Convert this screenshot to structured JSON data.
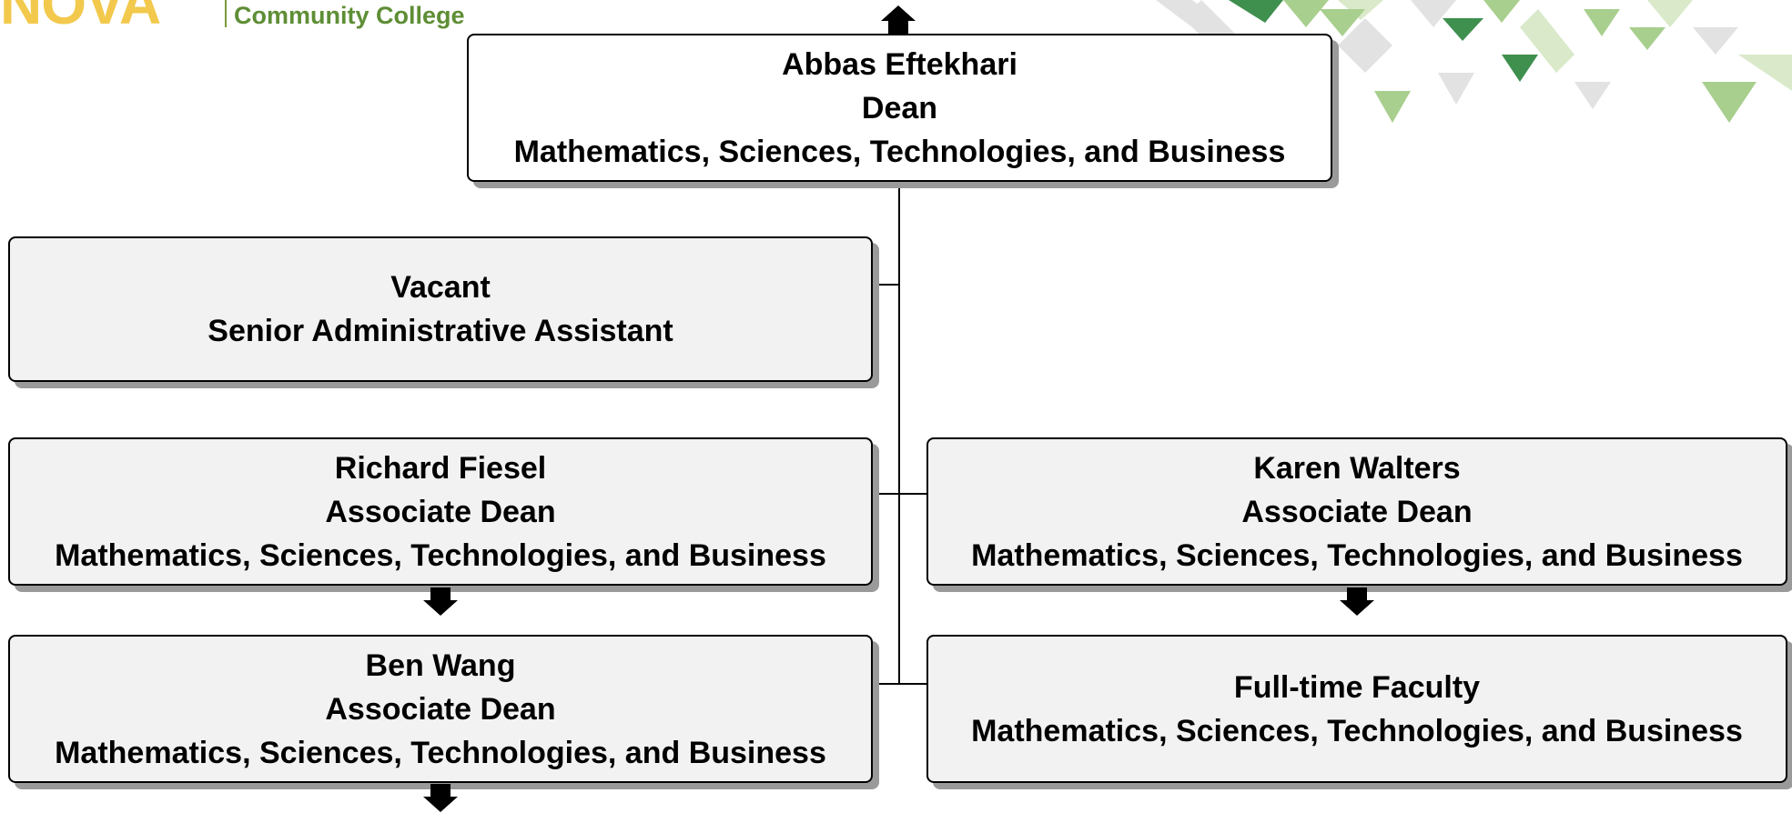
{
  "logo": {
    "wordmark": "NOVA",
    "subtitle": "Community College",
    "brand_color": "#F2C94C",
    "divider_color": "#7A9A3A",
    "subtitle_color": "#5E8E35"
  },
  "pattern": {
    "colors": [
      "#3F8F4E",
      "#A8CF8E",
      "#D9E9C9",
      "#E2E2E2"
    ]
  },
  "chart_data": {
    "type": "org-chart",
    "nodes": [
      {
        "id": "dean",
        "lines": [
          "Abbas Eftekhari",
          "Dean",
          "Mathematics, Sciences, Technologies, and Business"
        ]
      },
      {
        "id": "assistant",
        "lines": [
          "Vacant",
          "Senior Administrative Assistant"
        ]
      },
      {
        "id": "assoc-fiesel",
        "lines": [
          "Richard Fiesel",
          "Associate Dean",
          "Mathematics, Sciences, Technologies, and Business"
        ]
      },
      {
        "id": "assoc-walters",
        "lines": [
          "Karen Walters",
          "Associate Dean",
          "Mathematics, Sciences, Technologies, and Business"
        ]
      },
      {
        "id": "assoc-wang",
        "lines": [
          "Ben Wang",
          "Associate Dean",
          "Mathematics, Sciences, Technologies, and Business"
        ]
      },
      {
        "id": "faculty",
        "lines": [
          "Full-time Faculty",
          "Mathematics, Sciences, Technologies, and Business"
        ]
      }
    ],
    "edges": [
      [
        "dean",
        "assistant"
      ],
      [
        "dean",
        "assoc-fiesel"
      ],
      [
        "dean",
        "assoc-walters"
      ],
      [
        "dean",
        "assoc-wang"
      ],
      [
        "dean",
        "faculty"
      ]
    ]
  }
}
